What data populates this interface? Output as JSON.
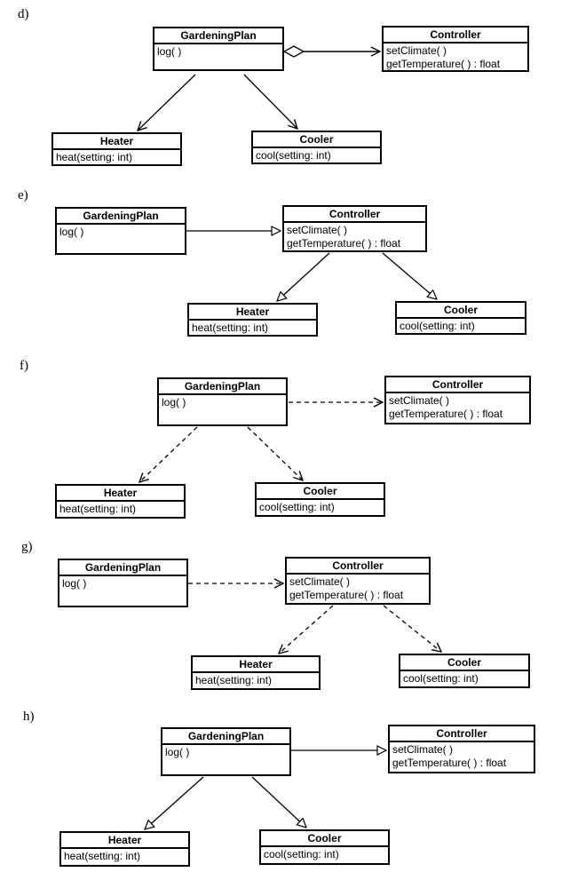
{
  "panels": [
    {
      "label": "d)",
      "classes": {
        "gardeningplan": {
          "name": "GardeningPlan",
          "ops": [
            "log( )"
          ]
        },
        "controller": {
          "name": "Controller",
          "ops": [
            "setClimate( )",
            "getTemperature( ) : float"
          ]
        },
        "heater": {
          "name": "Heater",
          "ops": [
            "heat(setting: int)"
          ]
        },
        "cooler": {
          "name": "Cooler",
          "ops": [
            "cool(setting: int)"
          ]
        }
      }
    },
    {
      "label": "e)",
      "classes": {
        "gardeningplan": {
          "name": "GardeningPlan",
          "ops": [
            "log( )"
          ]
        },
        "controller": {
          "name": "Controller",
          "ops": [
            "setClimate( )",
            "getTemperature( ) : float"
          ]
        },
        "heater": {
          "name": "Heater",
          "ops": [
            "heat(setting: int)"
          ]
        },
        "cooler": {
          "name": "Cooler",
          "ops": [
            "cool(setting: int)"
          ]
        }
      }
    },
    {
      "label": "f)",
      "classes": {
        "gardeningplan": {
          "name": "GardeningPlan",
          "ops": [
            "log( )"
          ]
        },
        "controller": {
          "name": "Controller",
          "ops": [
            "setClimate( )",
            "getTemperature( ) : float"
          ]
        },
        "heater": {
          "name": "Heater",
          "ops": [
            "heat(setting: int)"
          ]
        },
        "cooler": {
          "name": "Cooler",
          "ops": [
            "cool(setting: int)"
          ]
        }
      }
    },
    {
      "label": "g)",
      "classes": {
        "gardeningplan": {
          "name": "GardeningPlan",
          "ops": [
            "log( )"
          ]
        },
        "controller": {
          "name": "Controller",
          "ops": [
            "setClimate( )",
            "getTemperature( ) : float"
          ]
        },
        "heater": {
          "name": "Heater",
          "ops": [
            "heat(setting: int)"
          ]
        },
        "cooler": {
          "name": "Cooler",
          "ops": [
            "cool(setting: int)"
          ]
        }
      }
    },
    {
      "label": "h)",
      "classes": {
        "gardeningplan": {
          "name": "GardeningPlan",
          "ops": [
            "log( )"
          ]
        },
        "controller": {
          "name": "Controller",
          "ops": [
            "setClimate( )",
            "getTemperature( ) : float"
          ]
        },
        "heater": {
          "name": "Heater",
          "ops": [
            "heat(setting: int)"
          ]
        },
        "cooler": {
          "name": "Cooler",
          "ops": [
            "cool(setting: int)"
          ]
        }
      }
    }
  ]
}
